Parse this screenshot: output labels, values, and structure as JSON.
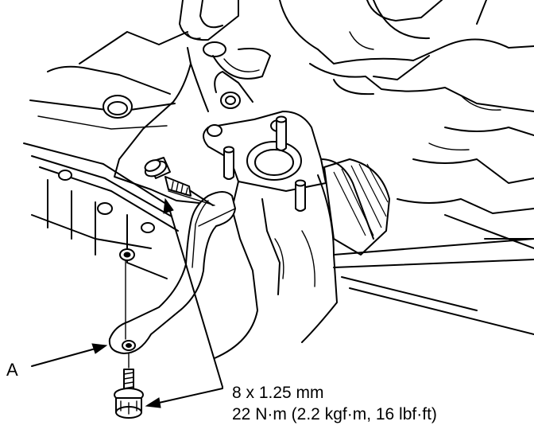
{
  "callouts": {
    "part_label": "A",
    "bolt_size": "8 x 1.25 mm",
    "torque": "22 N·m (2.2 kgf·m, 16 lbf·ft)"
  }
}
